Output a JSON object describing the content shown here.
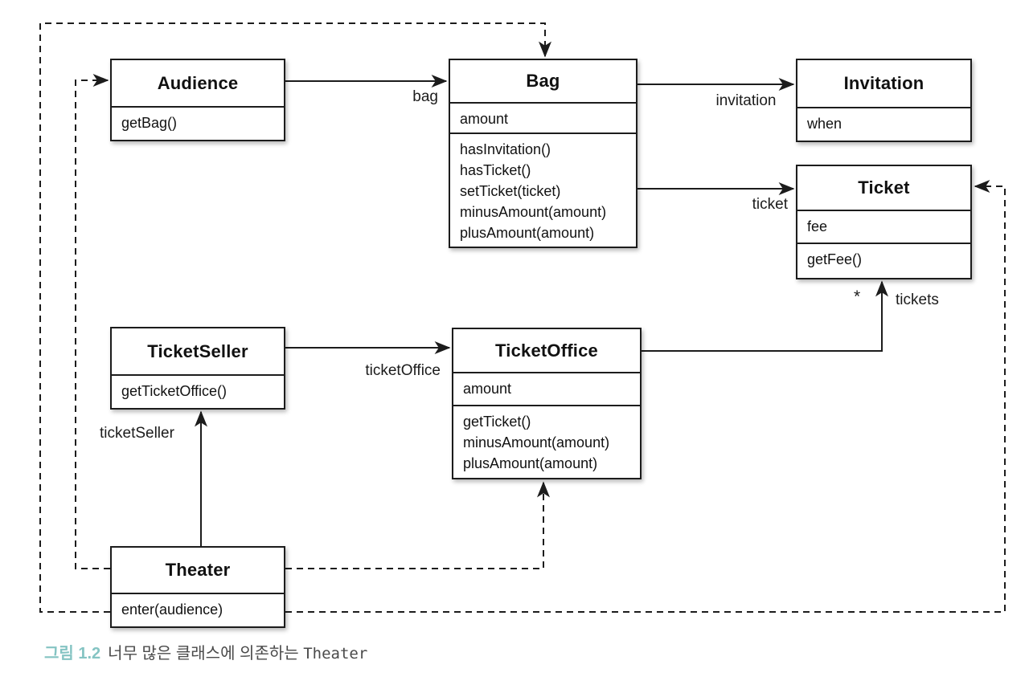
{
  "diagram": {
    "classes": {
      "audience": {
        "name": "Audience",
        "attributes": [],
        "methods": [
          "getBag()"
        ]
      },
      "bag": {
        "name": "Bag",
        "attributes": [
          "amount"
        ],
        "methods": [
          "hasInvitation()",
          "hasTicket()",
          "setTicket(ticket)",
          "minusAmount(amount)",
          "plusAmount(amount)"
        ]
      },
      "invitation": {
        "name": "Invitation",
        "attributes": [
          "when"
        ],
        "methods": []
      },
      "ticket": {
        "name": "Ticket",
        "attributes": [
          "fee"
        ],
        "methods": [
          "getFee()"
        ]
      },
      "ticket_seller": {
        "name": "TicketSeller",
        "attributes": [],
        "methods": [
          "getTicketOffice()"
        ]
      },
      "ticket_office": {
        "name": "TicketOffice",
        "attributes": [
          "amount"
        ],
        "methods": [
          "getTicket()",
          "minusAmount(amount)",
          "plusAmount(amount)"
        ]
      },
      "theater": {
        "name": "Theater",
        "attributes": [],
        "methods": [
          "enter(audience)"
        ]
      }
    },
    "edge_labels": {
      "bag": "bag",
      "invitation": "invitation",
      "ticket": "ticket",
      "ticket_office": "ticketOffice",
      "ticket_seller": "ticketSeller",
      "tickets": "tickets",
      "tickets_multiplicity": "*"
    }
  },
  "caption": {
    "figure_label": "그림 1.2",
    "text": "너무 많은 클래스에 의존하는 ",
    "code_word": "Theater"
  },
  "colors": {
    "line": "#1c1c1c",
    "caption_accent": "#85c4c3",
    "caption_text": "#4a4a4a",
    "background": "#ffffff"
  }
}
